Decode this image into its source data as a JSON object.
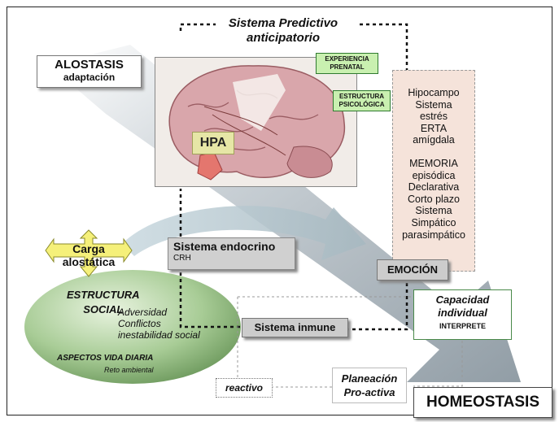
{
  "title": {
    "line1": "Sistema Predictivo",
    "line2": "anticipatorio"
  },
  "alostasis": {
    "title": "ALOSTASIS",
    "subtitle": "adaptación"
  },
  "labels": {
    "experiencia": {
      "line1": "EXPERIENCIA",
      "line2": "PRENATAL"
    },
    "estructura_psicologica": {
      "line1": "ESTRUCTURA",
      "line2": "PSICOLÓGICA"
    },
    "hpa": "HPA"
  },
  "right_list": {
    "group1": [
      "Hipocampo",
      "Sistema",
      "estrés",
      "ERTA",
      "amígdala"
    ],
    "group2": [
      "MEMORIA",
      "episódica",
      "Declarativa",
      "Corto plazo",
      "Sistema",
      "Simpático",
      "parasimpático"
    ]
  },
  "endocrino": {
    "title": "Sistema endocrino",
    "sub": "CRH"
  },
  "emocion": "EMOCIÓN",
  "carga": {
    "line1": "Carga",
    "line2": "alostática"
  },
  "estructura_social": {
    "line1": "ESTRUCTURA",
    "line2": "SOCIAL"
  },
  "adversidad": [
    "Adversidad",
    "Conflictos",
    "inestabilidad social"
  ],
  "vida_diaria": "ASPECTOS VIDA DIARIA",
  "reto": "Reto ambiental",
  "inmune": "Sistema inmune",
  "capacidad": {
    "line1": "Capacidad",
    "line2": "individual",
    "sub": "INTERPRETE"
  },
  "planeacion": {
    "line1": "Planeación",
    "line2": "Pro-activa"
  },
  "reactivo": "reactivo",
  "homeostasis": "HOMEOSTASIS",
  "colors": {
    "arrow": "#a8b4bc",
    "ellipse": "#9fc48f",
    "carga": "#f5f07a",
    "green_box": "#c9f0b0",
    "right_list_bg": "#f5e3da"
  }
}
